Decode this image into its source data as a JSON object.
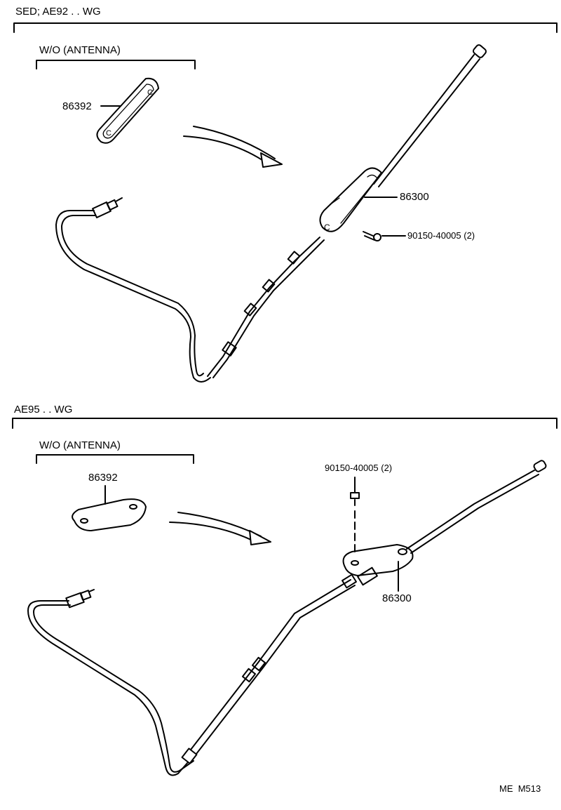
{
  "sections": [
    {
      "header": "SED; AE92 . . WG",
      "group_label": "W/O (ANTENNA)",
      "parts": {
        "pad": "86392",
        "antenna": "86300",
        "screw": "90150-40005 (2)"
      }
    },
    {
      "header": "AE95 . . WG",
      "group_label": "W/O (ANTENNA)",
      "parts": {
        "pad": "86392",
        "antenna": "86300",
        "screw": "90150-40005 (2)"
      }
    }
  ],
  "footer_code": "ME  M513"
}
